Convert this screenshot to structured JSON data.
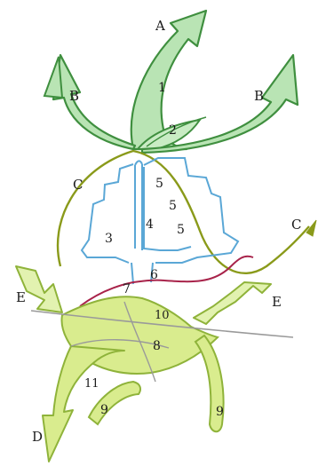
{
  "labels": {
    "A": "A",
    "B_left": "B",
    "B_right": "B",
    "C_left": "C",
    "C_right": "C",
    "D": "D",
    "E_left": "E",
    "E_right": "E"
  },
  "numbers": {
    "n1": "1",
    "n2": "2",
    "n3": "3",
    "n4": "4",
    "n5a": "5",
    "n5b": "5",
    "n5c": "5",
    "n6": "6",
    "n7": "7",
    "n8": "8",
    "n9a": "9",
    "n9b": "9",
    "n10": "10",
    "n11": "11"
  },
  "colors": {
    "top_green_fill": "#b9e4b4",
    "top_green_stroke": "#3f8f3f",
    "blue_stroke": "#5aa7d6",
    "yellow_green_fill": "#d9ec8e",
    "yellow_green_stroke": "#8fb33a",
    "crimson_stroke": "#a8234a",
    "olive_line": "#8a9a1a",
    "gray_line": "#9a9a9a"
  }
}
